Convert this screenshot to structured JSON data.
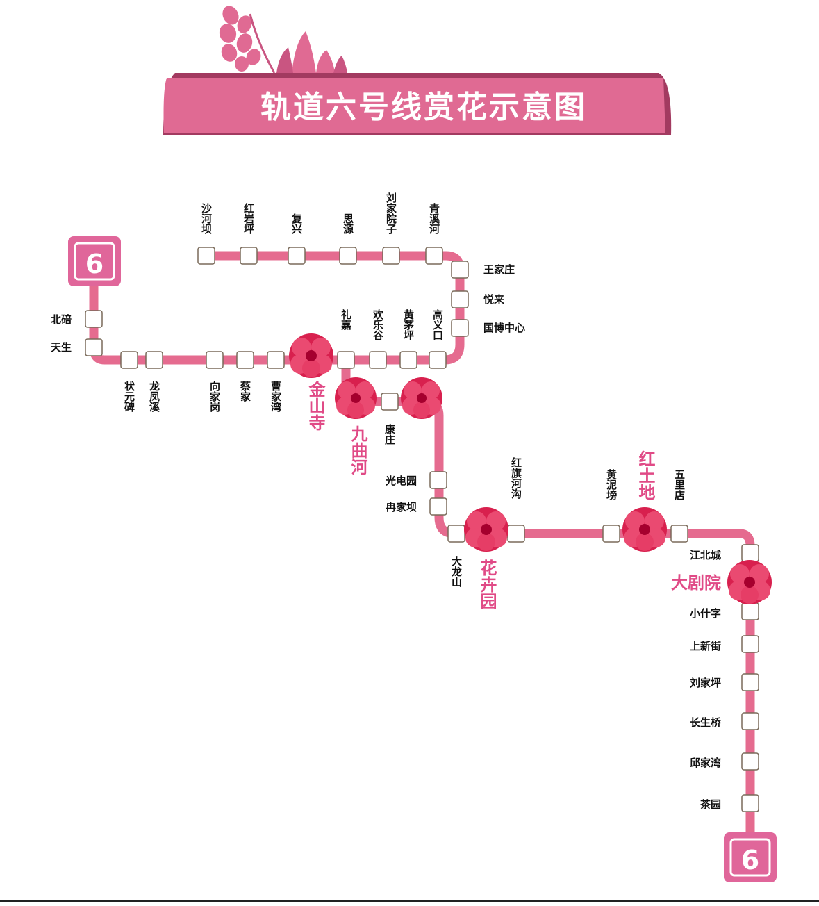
{
  "title": "轨道六号线赏花示意图",
  "line_number": "6",
  "colors": {
    "line": "#e56b8f",
    "banner": "#e06a93",
    "banner_dark": "#a23a60",
    "station_fill": "#ffffff",
    "station_border": "#7a6a5a",
    "flower": "#d8204e",
    "flower_center": "#a5002e",
    "highlight_text": "#e04a86"
  },
  "stations": [
    "沙河坝",
    "红岩坪",
    "复兴",
    "思源",
    "刘家院子",
    "青溪河",
    "王家庄",
    "悦来",
    "国博中心",
    "高义口",
    "黄茅坪",
    "欢乐谷",
    "礼嘉",
    "北碚",
    "天生",
    "状元碑",
    "龙凤溪",
    "向家岗",
    "蔡家",
    "曹家湾",
    "康庄",
    "光电园",
    "冉家坝",
    "大龙山",
    "红旗河沟",
    "黄泥塝",
    "五里店",
    "江北城",
    "小什字",
    "上新街",
    "刘家坪",
    "长生桥",
    "邱家湾",
    "茶园"
  ],
  "flower_spots": [
    "金山寺",
    "九曲河",
    "花卉园",
    "红土地",
    "大剧院"
  ]
}
